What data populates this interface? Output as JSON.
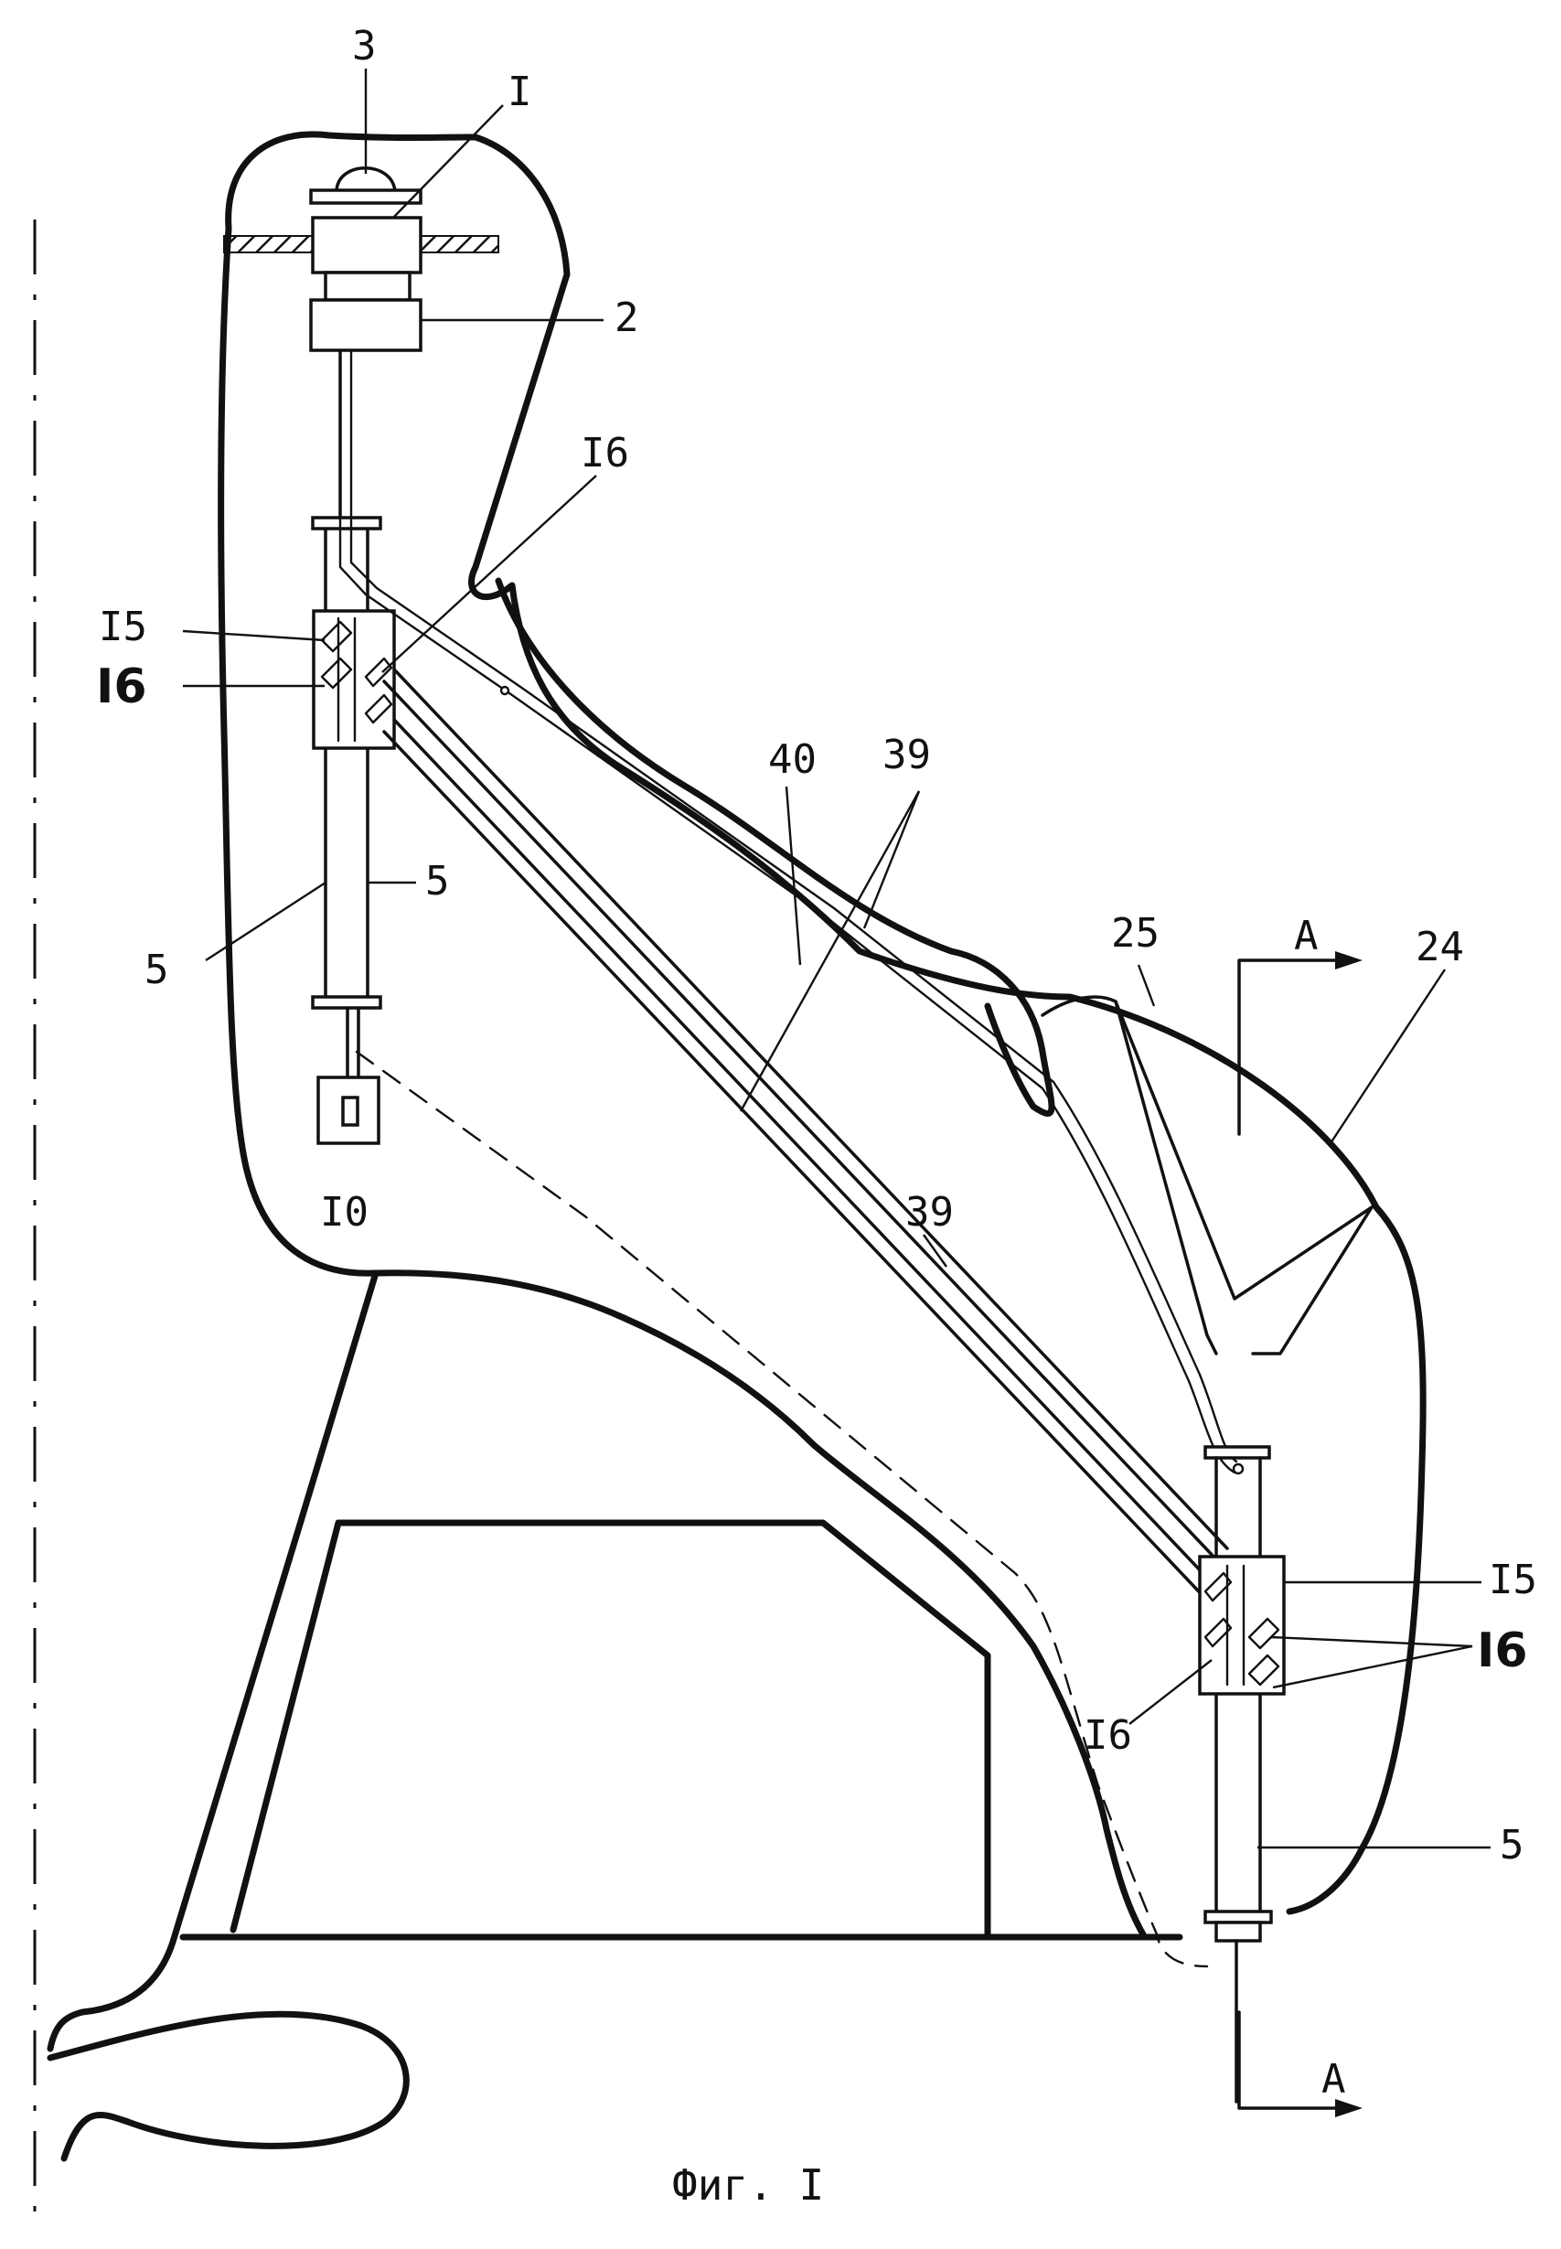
{
  "labels": {
    "l3": "3",
    "l1": "I",
    "l2": "2",
    "l16_top": "I6",
    "l15_left": "I5",
    "l16_left": "I6",
    "l40": "40",
    "l39_top": "39",
    "l5_a": "5",
    "l5_b": "5",
    "l25": "25",
    "lA_top": "A",
    "l24": "24",
    "l10": "I0",
    "l39_mid": "39",
    "l15_right": "I5",
    "l16_right": "I6",
    "l16_lowmid": "I6",
    "l5_right": "5",
    "lA_bottom": "A"
  },
  "caption": "Фиг. I"
}
